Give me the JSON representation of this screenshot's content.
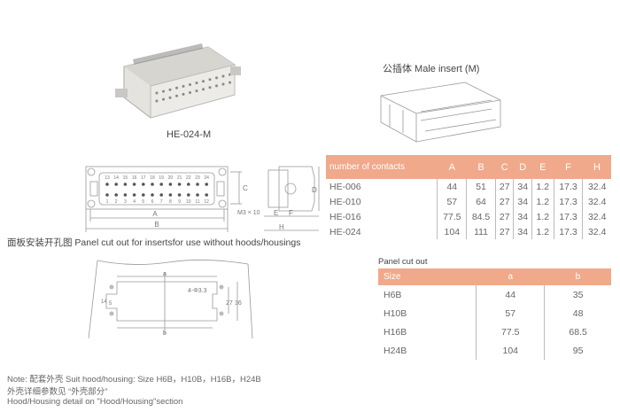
{
  "product": {
    "model": "HE-024-M"
  },
  "male_insert": {
    "title": "公插体 Male insert (M)"
  },
  "spec_table": {
    "headers": [
      "number of contacts",
      "A",
      "B",
      "C",
      "D",
      "E",
      "F",
      "H"
    ],
    "rows": [
      [
        "HE-006",
        "44",
        "51",
        "27",
        "34",
        "1.2",
        "17.3",
        "32.4"
      ],
      [
        "HE-010",
        "57",
        "64",
        "27",
        "34",
        "1.2",
        "17.3",
        "32.4"
      ],
      [
        "HE-016",
        "77.5",
        "84.5",
        "27",
        "34",
        "1.2",
        "17.3",
        "32.4"
      ],
      [
        "HE-024",
        "104",
        "111",
        "27",
        "34",
        "1.2",
        "17.3",
        "32.4"
      ]
    ]
  },
  "drawing": {
    "top_numbers": [
      "13",
      "14",
      "15",
      "16",
      "17",
      "18",
      "19",
      "20",
      "21",
      "22",
      "23",
      "24"
    ],
    "bottom_numbers": [
      "1",
      "2",
      "3",
      "4",
      "5",
      "6",
      "7",
      "8",
      "9",
      "10",
      "11",
      "12"
    ],
    "dim_labels": {
      "A": "A",
      "B": "B",
      "C": "C",
      "D": "D",
      "E": "E",
      "F": "F",
      "H": "H",
      "screw": "M3 × 10"
    }
  },
  "panel": {
    "title": "面板安装开孔图 Panel cut out for insertsfor use without hoods/housings",
    "dim_labels": {
      "a": "a",
      "b": "b",
      "holes": "4-Φ3.3",
      "d27": "27",
      "d36": "36",
      "d14": "14",
      "d5": "5"
    }
  },
  "cut_table": {
    "title": "Panel cut out",
    "headers": [
      "Size",
      "a",
      "b"
    ],
    "rows": [
      [
        "H6B",
        "44",
        "35"
      ],
      [
        "H10B",
        "57",
        "48"
      ],
      [
        "H16B",
        "77.5",
        "68.5"
      ],
      [
        "H24B",
        "104",
        "95"
      ]
    ]
  },
  "notes": [
    "Note: 配套外壳 Suit hood/housing: Size H6B，H10B，H16B，H24B",
    "外壳详细参数见 “外壳部分”",
    "Hood/Housing detail on \"Hood/Housing\"section"
  ],
  "colors": {
    "header": "#f0a98a"
  }
}
